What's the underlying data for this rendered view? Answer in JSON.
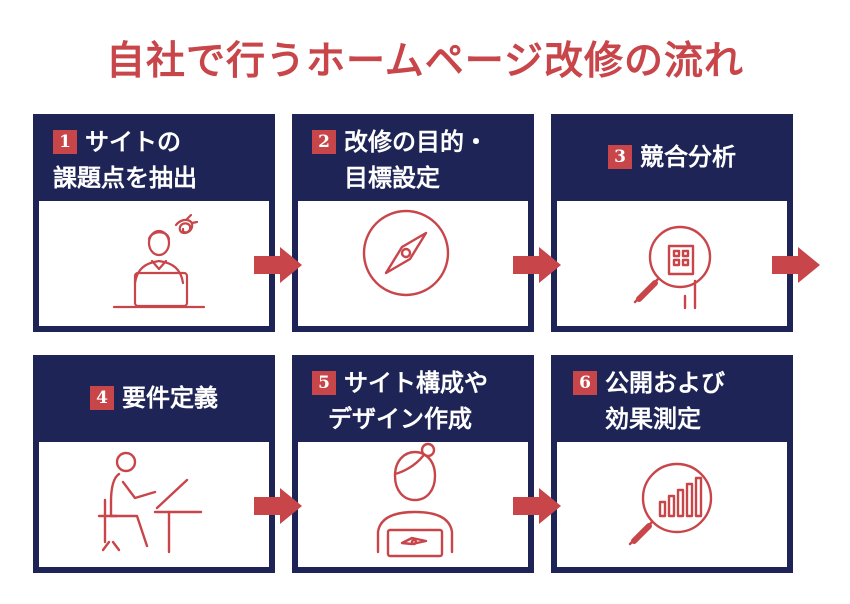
{
  "title": "自社で行うホームページ改修の流れ",
  "colors": {
    "navy": "#1e2556",
    "accent": "#c8454a",
    "white": "#ffffff"
  },
  "steps": [
    {
      "number": "1",
      "line1": "サイトの",
      "line2": "課題点を抽出",
      "icon": "person-at-laptop-confused-icon"
    },
    {
      "number": "2",
      "line1": "改修の目的・",
      "line2": "目標設定",
      "icon": "compass-icon"
    },
    {
      "number": "3",
      "line1": "競合分析",
      "line2": "",
      "icon": "magnifier-building-icon"
    },
    {
      "number": "4",
      "line1": "要件定義",
      "line2": "",
      "icon": "person-sitting-at-desk-icon"
    },
    {
      "number": "5",
      "line1": "サイト構成や",
      "line2": "デザイン作成",
      "icon": "designer-with-pen-tablet-icon"
    },
    {
      "number": "6",
      "line1": "公開および",
      "line2": "効果測定",
      "icon": "magnifier-bar-chart-icon"
    }
  ]
}
